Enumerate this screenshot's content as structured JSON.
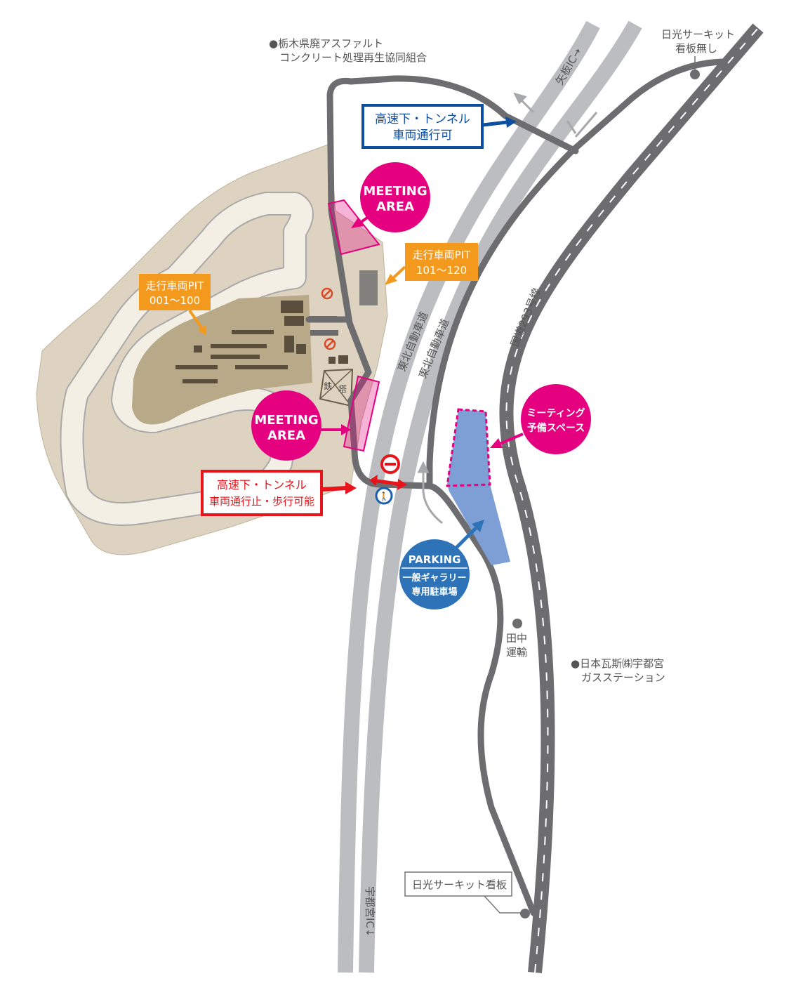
{
  "colors": {
    "land": "#ddd3c0",
    "paddock": "#b8aa88",
    "road": "#6d6d6f",
    "expressway": "#bcbdc0",
    "magenta": "#e4007f",
    "orange": "#f39a1e",
    "blue_sign": "#0d4ea0",
    "red_sign": "#e8141b",
    "parking_blue": "#2e73b8",
    "parking_area": "#7d9fd6"
  },
  "landmarks": {
    "asphalt_line1": "●栃木県廃アスファルト",
    "asphalt_line2": "コンクリート処理再生協同組合",
    "nikko_nosign_line1": "日光サーキット",
    "nikko_nosign_line2": "看板無し",
    "tanaka_line1": "田中",
    "tanaka_line2": "運輸",
    "gas_line1": "●日本瓦斯㈱宇都宮",
    "gas_line2": "ガスステーション",
    "nikko_sign": "日光サーキット看板",
    "tower_1": "鉄",
    "tower_2": "塔"
  },
  "roads": {
    "yaita_ic": "矢板IC→",
    "utsunomiya_ic": "宇都宮IC↓",
    "tohoku_exp_1": "東北自動車道",
    "tohoku_exp_2": "東北自動車道",
    "route293": "国道293号線"
  },
  "signs": {
    "tunnel_ok_line1": "高速下・トンネル",
    "tunnel_ok_line2": "車両通行可",
    "tunnel_ng_line1": "高速下・トンネル",
    "tunnel_ng_line2": "車両通行止・歩行可能",
    "pit_a_line1": "走行車両PIT",
    "pit_a_line2": "001〜100",
    "pit_b_line1": "走行車両PIT",
    "pit_b_line2": "101〜120",
    "meeting1_line1": "MEETING",
    "meeting1_line2": "AREA",
    "meeting2_line1": "MEETING",
    "meeting2_line2": "AREA",
    "reserve_line1": "ミーティング",
    "reserve_line2": "予備スペース",
    "parking_title": "PARKING",
    "parking_line1": "一般ギャラリー",
    "parking_line2": "専用駐車場"
  }
}
